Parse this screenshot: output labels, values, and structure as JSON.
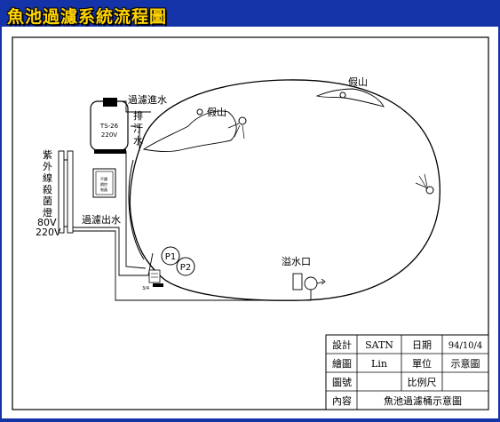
{
  "title": "魚池過濾系統流程圖",
  "labels": {
    "inlet": "過濾進水",
    "drain": "排汙水",
    "outlet": "過濾出水",
    "uv_lamp": "紫外線殺菌燈",
    "volt_80": "80V",
    "volt_220": "220V",
    "tank_model": "TS-26",
    "tank_volt": "220V",
    "rock_left": "假山",
    "rock_right": "假山",
    "overflow": "溢水口",
    "pump1": "P1",
    "pump2": "P2",
    "valve": "3/4",
    "controller": "不鏽鋼控制器"
  },
  "info_table": {
    "rows": [
      {
        "c1": "設計",
        "c2": "SATN",
        "c3": "日期",
        "c4": "94/10/4"
      },
      {
        "c1": "繪圖",
        "c2": "Lin",
        "c3": "單位",
        "c4": "示意圖"
      },
      {
        "c1": "圖號",
        "c2": "",
        "c3": "比例尺",
        "c4": ""
      },
      {
        "c1": "內容",
        "c2": "魚池過濾桶示意圖"
      }
    ]
  },
  "colors": {
    "background": "#1533a8",
    "title": "#ffd400",
    "line": "#000000"
  }
}
